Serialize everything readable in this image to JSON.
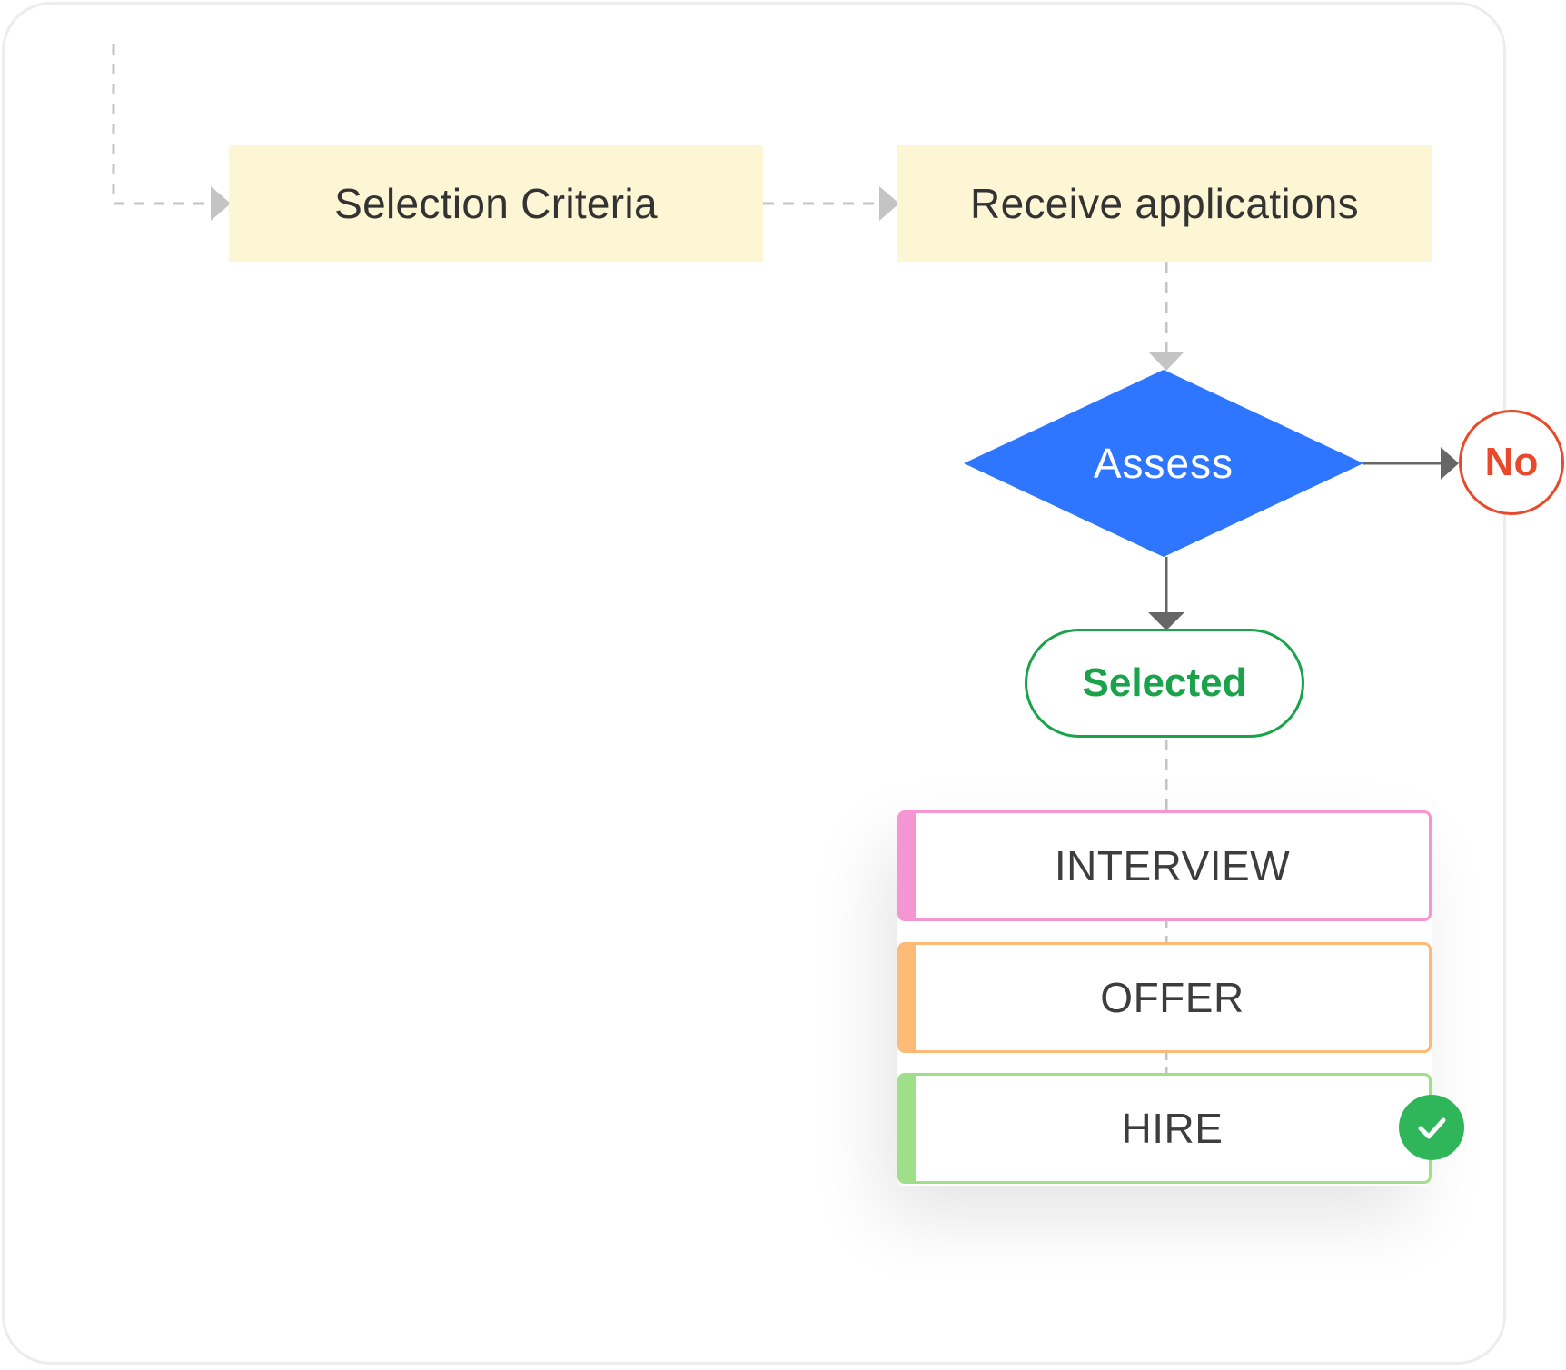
{
  "diagram": {
    "nodes": {
      "selection_criteria": "Selection Criteria",
      "receive_applications": "Receive applications",
      "assess": "Assess",
      "no": "No",
      "selected": "Selected"
    },
    "stages": [
      {
        "label": "INTERVIEW",
        "color": "#f595d2"
      },
      {
        "label": "OFFER",
        "color": "#fdbb77"
      },
      {
        "label": "HIRE",
        "color": "#9fdf8a"
      }
    ],
    "colors": {
      "process_fill": "#fdf6d4",
      "decision_fill": "#2e75ff",
      "no_accent": "#e8492a",
      "selected_accent": "#1aa34a",
      "connector_dashed": "#c4c4c4",
      "connector_solid": "#666666",
      "check_badge": "#2fb65a"
    },
    "icons": {
      "hire_status": "check-circle-icon"
    }
  }
}
